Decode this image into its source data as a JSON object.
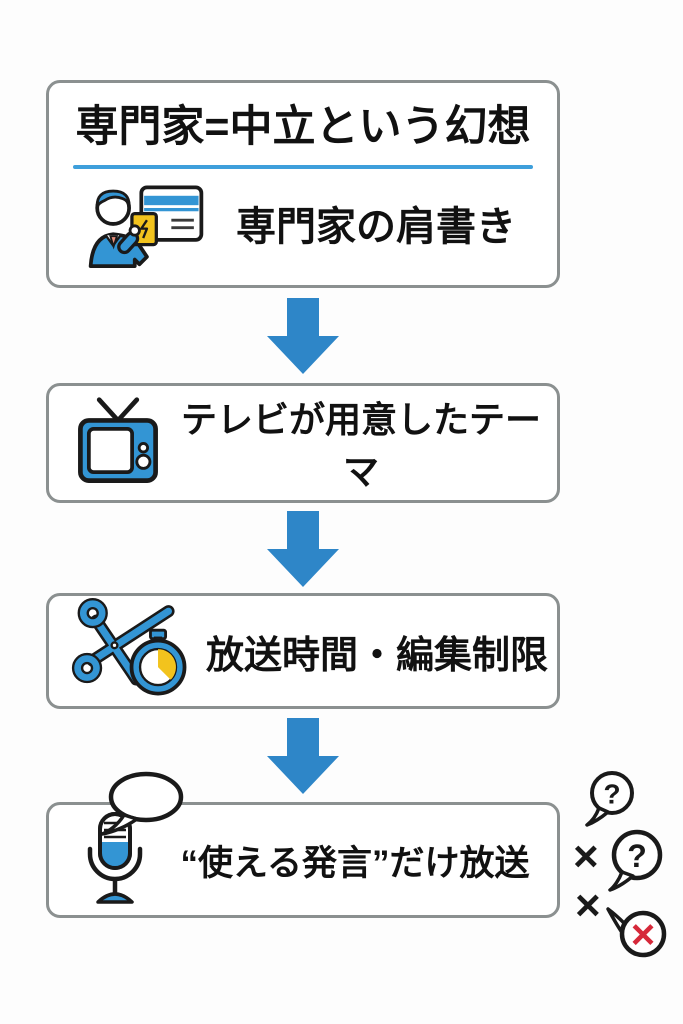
{
  "diagram": {
    "title": "専門家=中立という幻想",
    "steps": [
      {
        "label": "専門家の肩書き",
        "icon": "expert-id-card-icon"
      },
      {
        "label": "テレビが用意したテーマ",
        "icon": "tv-icon"
      },
      {
        "label": "放送時間・編集制限",
        "icon": "scissors-stopwatch-icon"
      },
      {
        "label": "“使える発言”だけ放送",
        "icon": "microphone-speech-icon"
      }
    ],
    "arrow_count": 3
  },
  "annotations": {
    "question_small": "?",
    "question_large": "?",
    "cross_1": "×",
    "cross_2": "×",
    "reject_symbol": "×"
  },
  "colors": {
    "arrow_blue": "#2E86C8",
    "underline_blue": "#3E9FDB",
    "icon_blue": "#3395D4",
    "icon_yellow": "#F2C31D",
    "reject_red": "#D6293A",
    "box_border_gray": "#8B9090",
    "text_black": "#111111",
    "background": "#FDFDFD"
  }
}
